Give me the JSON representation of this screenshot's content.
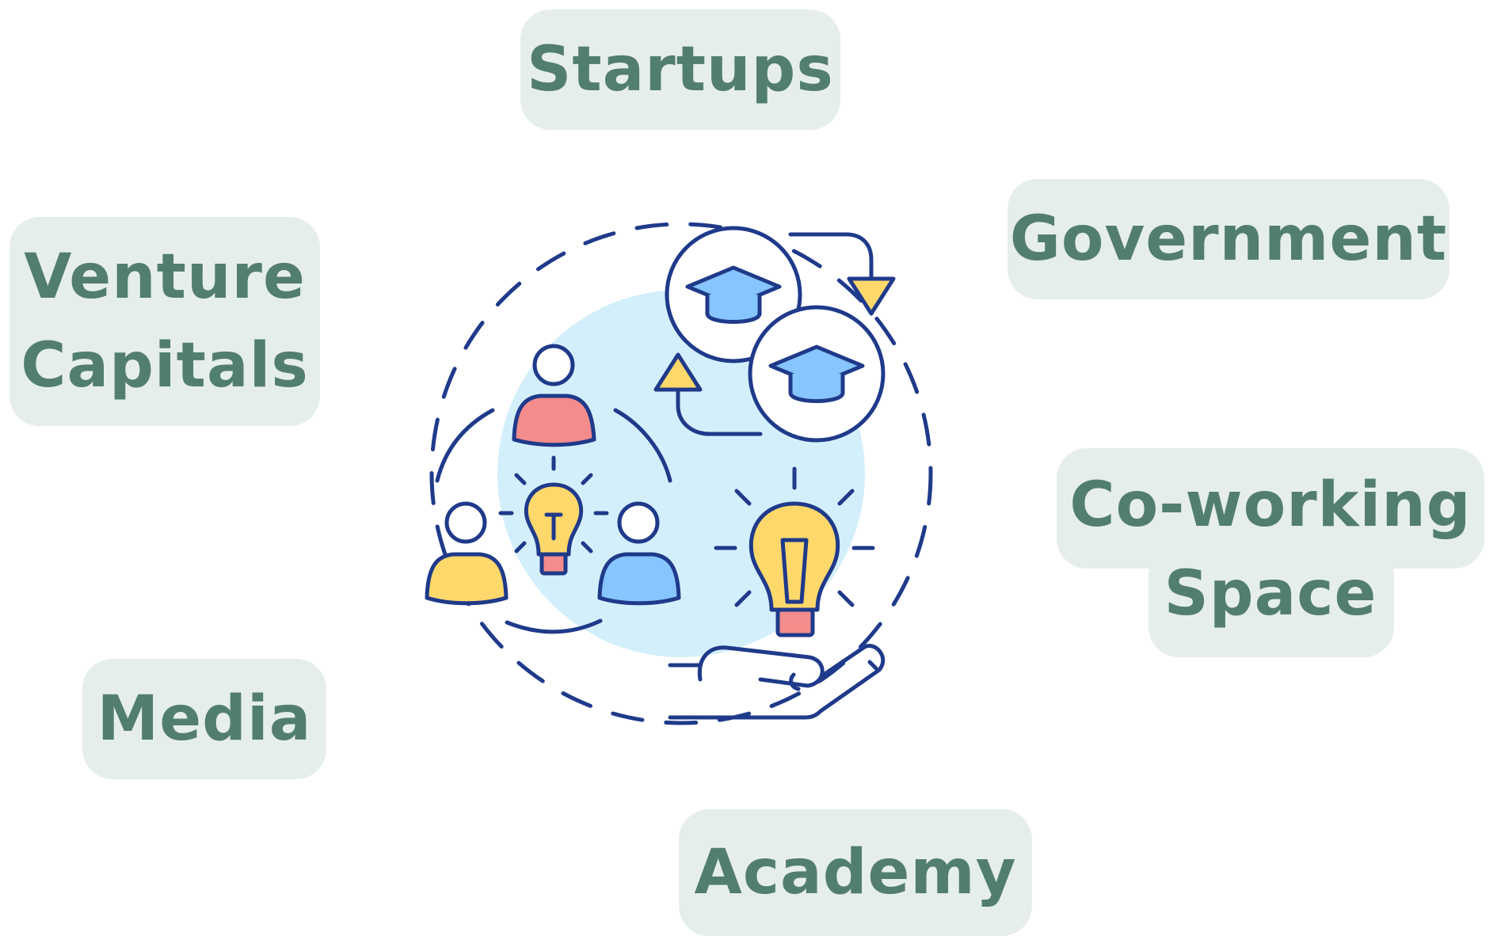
{
  "diagram": {
    "center_icon": "innovation-ecosystem-icon",
    "nodes": [
      {
        "id": "startups",
        "label": "Startups"
      },
      {
        "id": "government",
        "label": "Government"
      },
      {
        "id": "venture",
        "label": "Venture\nCapitals"
      },
      {
        "id": "coworking",
        "label": "Co-working\nSpace"
      },
      {
        "id": "media",
        "label": "Media"
      },
      {
        "id": "academy",
        "label": "Academy"
      }
    ]
  },
  "colors": {
    "box_bg": "#e6eeec",
    "label_text": "#527e6e",
    "outline": "#1f3a8a",
    "circle_fill": "#d4effc",
    "yellow": "#ffd86b",
    "red": "#f48c8c",
    "blue": "#86c5ff"
  }
}
